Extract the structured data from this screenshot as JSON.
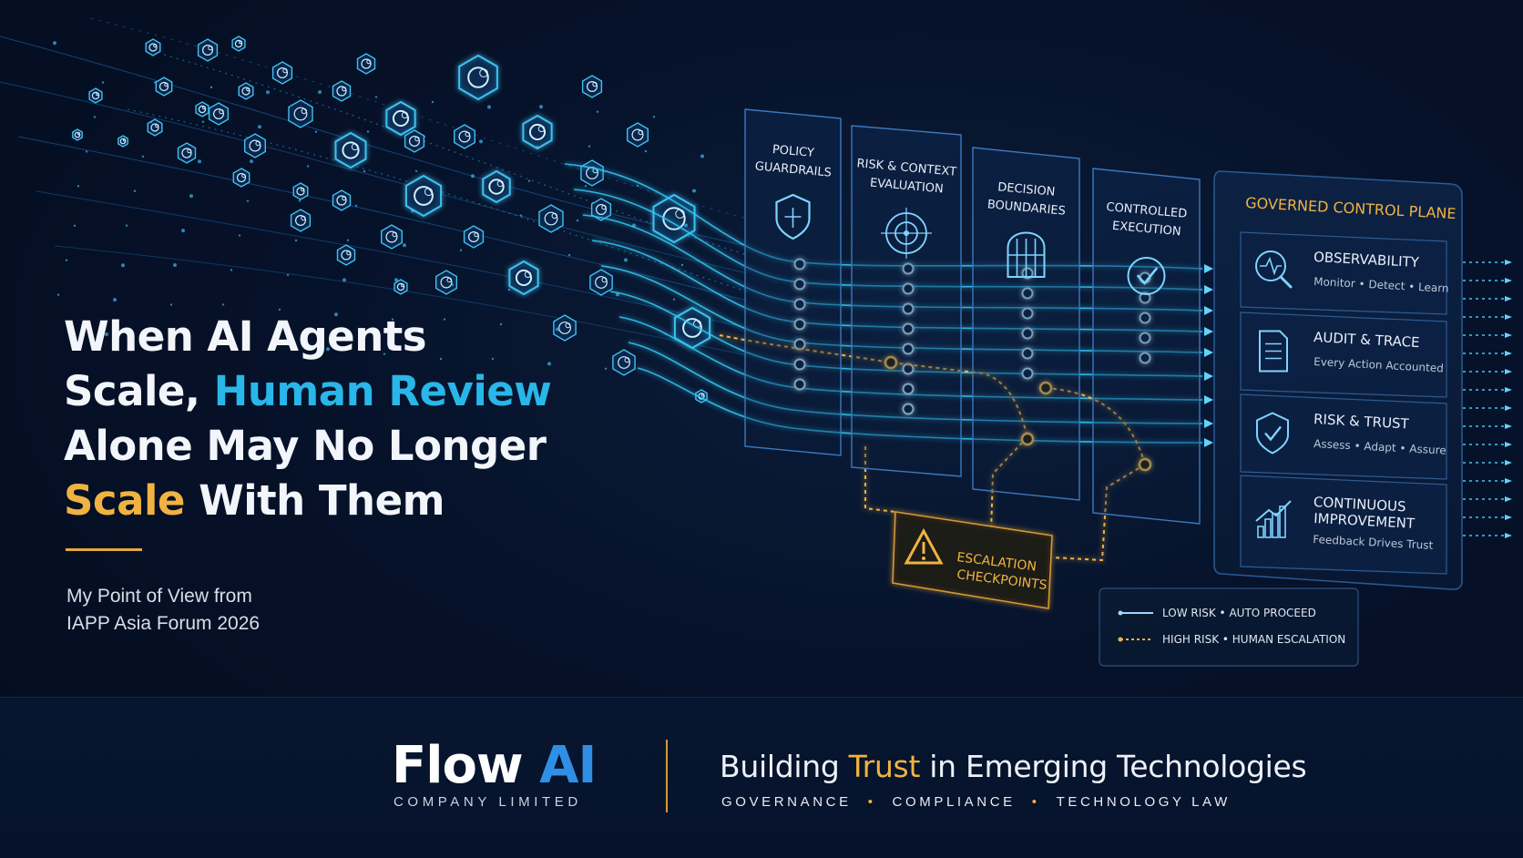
{
  "headline": {
    "line1": "When AI Agents",
    "line2_prefix": "Scale, ",
    "line2_highlight": "Human Review",
    "line3": "Alone May No Longer",
    "line4_highlight": "Scale",
    "line4_suffix": " With Them"
  },
  "subtitle": {
    "line1": "My Point of View from",
    "line2": "IAPP Asia Forum 2026"
  },
  "stages": [
    {
      "line1": "POLICY",
      "line2": "GUARDRAILS",
      "icon": "shield-icon"
    },
    {
      "line1": "RISK & CONTEXT",
      "line2": "EVALUATION",
      "icon": "target-icon"
    },
    {
      "line1": "DECISION",
      "line2": "BOUNDARIES",
      "icon": "gate-icon"
    },
    {
      "line1": "CONTROLLED",
      "line2": "EXECUTION",
      "icon": "check-circle-icon"
    }
  ],
  "escalation": {
    "line1": "ESCALATION",
    "line2": "CHECKPOINTS",
    "icon": "warning-icon"
  },
  "control_plane": {
    "title": "GOVERNED CONTROL PLANE",
    "items": [
      {
        "title": "OBSERVABILITY",
        "title2": "",
        "subtitle": "Monitor • Detect • Learn",
        "icon": "magnifier-pulse-icon"
      },
      {
        "title": "AUDIT & TRACE",
        "title2": "",
        "subtitle": "Every Action Accounted",
        "icon": "document-icon"
      },
      {
        "title": "RISK & TRUST",
        "title2": "",
        "subtitle": "Assess • Adapt • Assure",
        "icon": "shield-check-icon"
      },
      {
        "title": "CONTINUOUS",
        "title2": "IMPROVEMENT",
        "subtitle": "Feedback Drives Trust",
        "icon": "growth-chart-icon"
      }
    ]
  },
  "legend": {
    "low": "LOW RISK  •  AUTO PROCEED",
    "high": "HIGH RISK  •  HUMAN ESCALATION"
  },
  "footer": {
    "brand_word": "Flow",
    "brand_ai": "AI",
    "company": "COMPANY LIMITED",
    "tagline_prefix": "Building ",
    "tagline_highlight": "Trust",
    "tagline_suffix": " in Emerging Technologies",
    "pillar1": "GOVERNANCE",
    "pillar2": "COMPLIANCE",
    "pillar3": "TECHNOLOGY LAW"
  },
  "colors": {
    "background": "#06122a",
    "accent_blue": "#29b6e8",
    "accent_gold": "#f0b341",
    "brand_blue": "#2f8fe6"
  }
}
